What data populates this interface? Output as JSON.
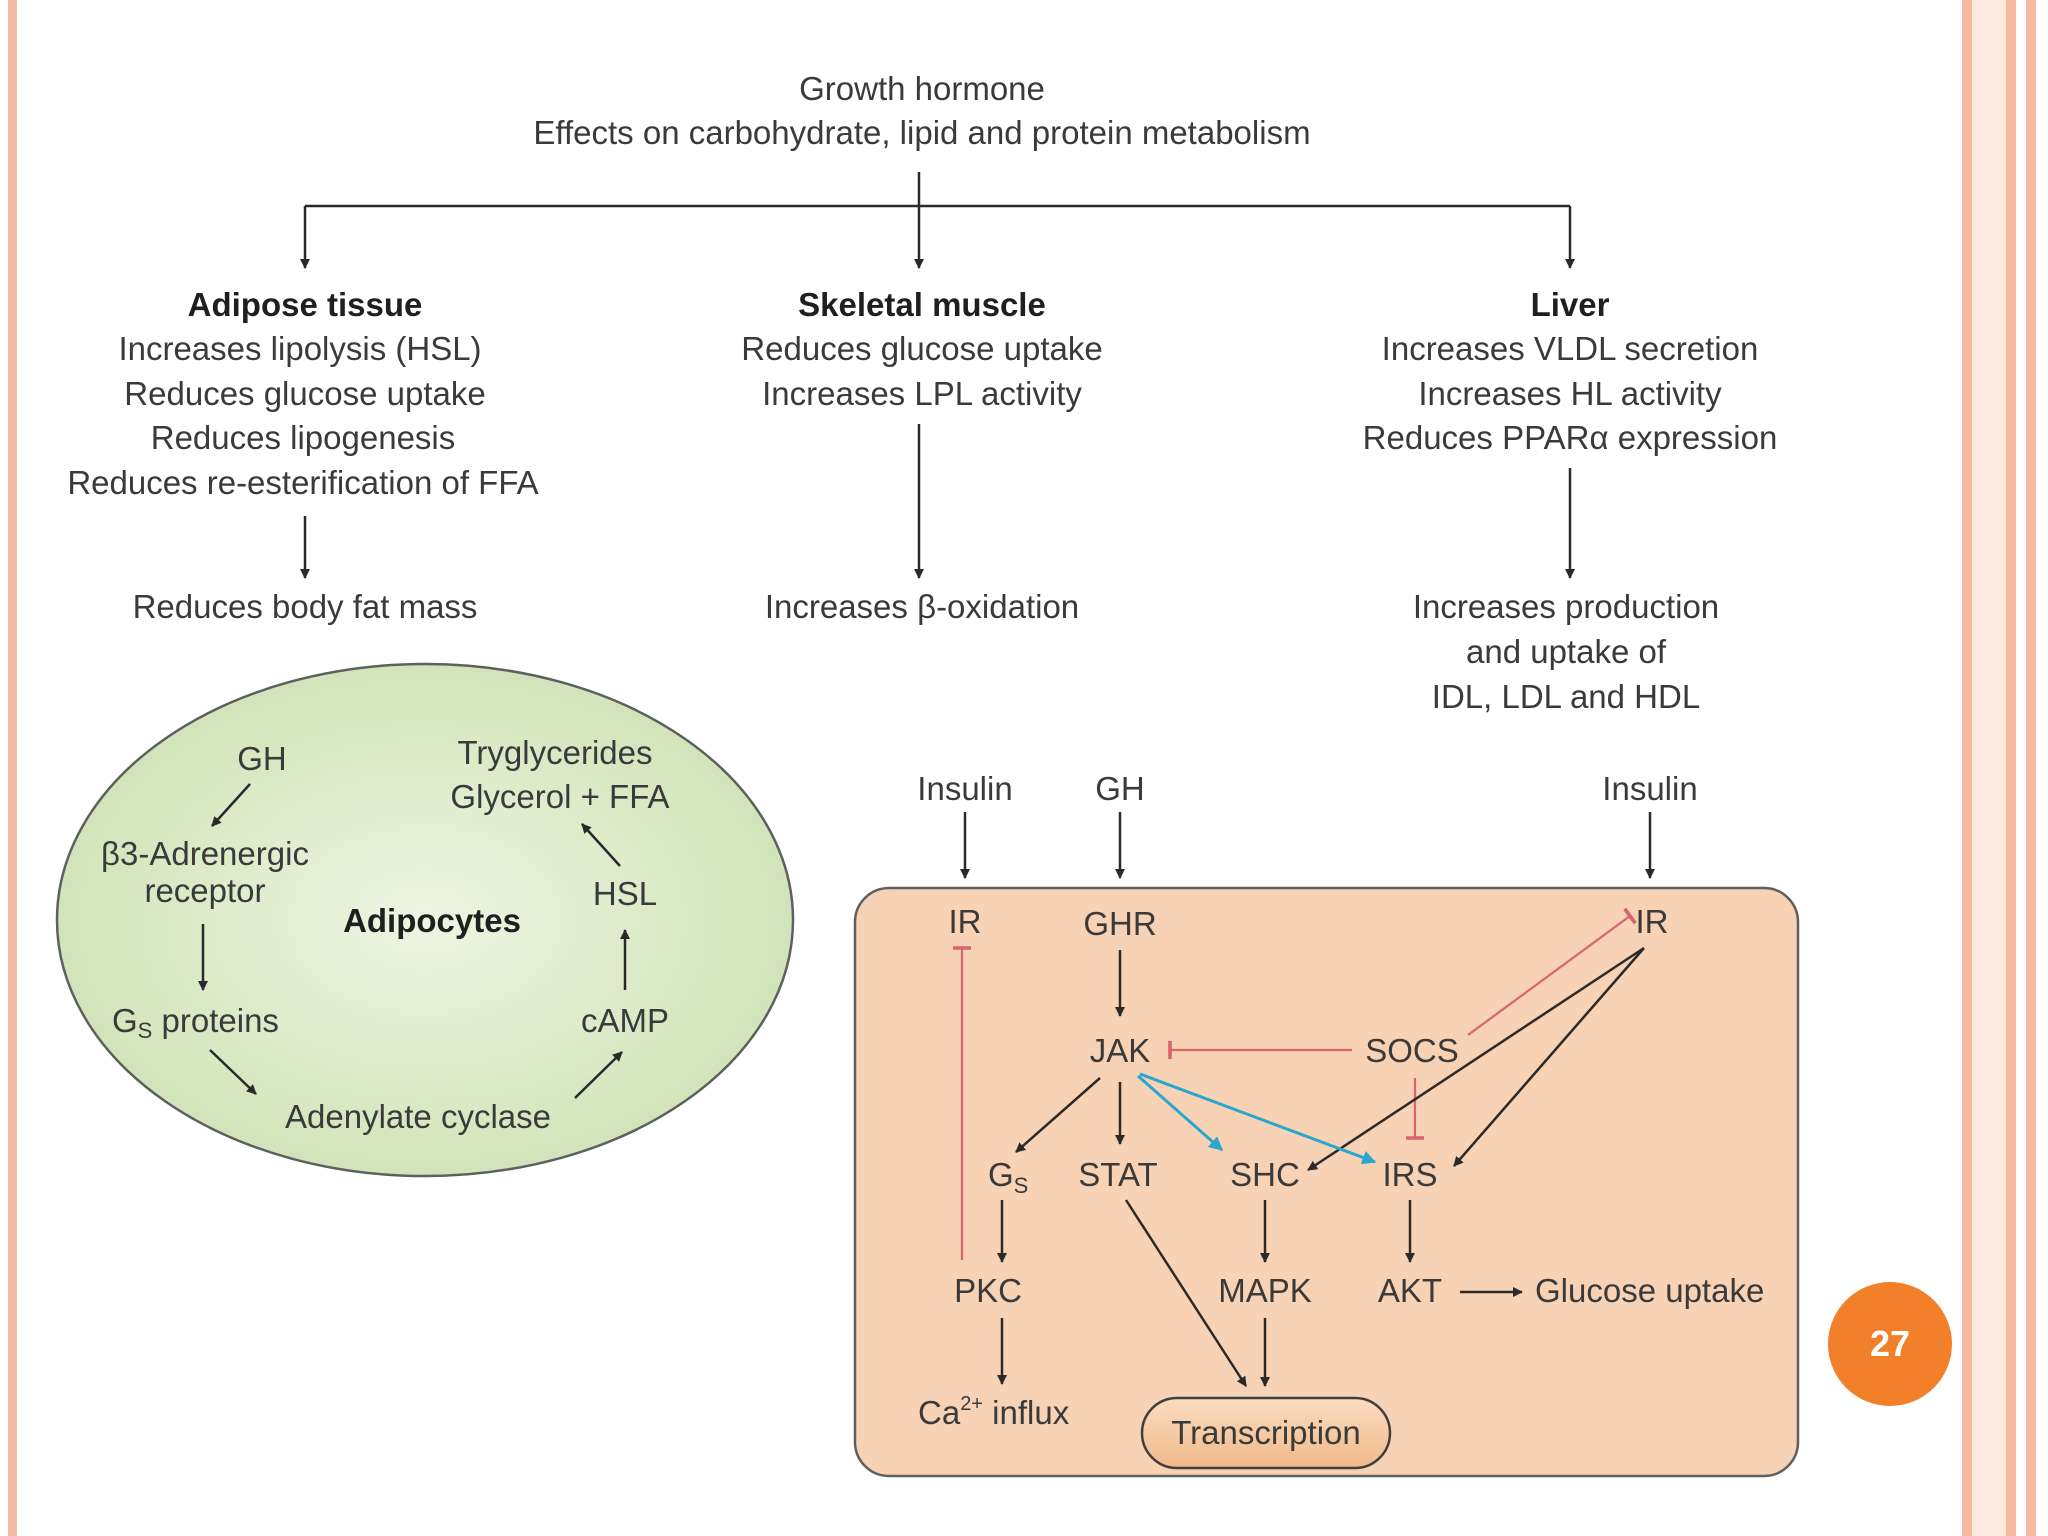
{
  "colors": {
    "frame_border": "#f6b9a1",
    "frame_fill": "#fde9df",
    "cell_fill": "#f8d2b4",
    "ellipse_fill": "#d9eac2",
    "inhibit": "#d9636e",
    "blue_arrow": "#2aa6cf",
    "badge": "#f2802a"
  },
  "header": {
    "line1": "Growth hormone",
    "line2": "Effects on carbohydrate, lipid and protein metabolism"
  },
  "columns": {
    "adipose": {
      "title": "Adipose tissue",
      "effects": [
        "Increases lipolysis (HSL)",
        "Reduces glucose uptake",
        "Reduces lipogenesis",
        "Reduces re-esterification of FFA"
      ],
      "outcome": "Reduces body fat mass"
    },
    "muscle": {
      "title": "Skeletal muscle",
      "effects": [
        "Reduces glucose uptake",
        "Increases LPL activity"
      ],
      "outcome": "Increases β-oxidation"
    },
    "liver": {
      "title": "Liver",
      "effects": [
        "Increases VLDL secretion",
        "Increases HL activity",
        "Reduces PPARα expression"
      ],
      "outcome_lines": [
        "Increases production",
        "and uptake of",
        "IDL, LDL and HDL"
      ]
    }
  },
  "adipocyte": {
    "center_label": "Adipocytes",
    "gh": "GH",
    "receptor_line1": "β3-Adrenergic",
    "receptor_line2": "receptor",
    "gs_main": "G",
    "gs_sub": "S",
    "gs_rest": " proteins",
    "adenylate": "Adenylate cyclase",
    "camp": "cAMP",
    "hsl": "HSL",
    "tg_line1": "Tryglycerides",
    "tg_line2": "Glycerol + FFA"
  },
  "signaling": {
    "insulin_left": "Insulin",
    "gh": "GH",
    "insulin_right": "Insulin",
    "ir_left": "IR",
    "ghr": "GHR",
    "ir_right": "IR",
    "jak": "JAK",
    "socs": "SOCS",
    "gs_main": "G",
    "gs_sub": "S",
    "stat": "STAT",
    "shc": "SHC",
    "irs": "IRS",
    "pkc": "PKC",
    "mapk": "MAPK",
    "akt": "AKT",
    "glucose_uptake": "Glucose uptake",
    "ca_main": "Ca",
    "ca_sup": "2+",
    "ca_rest": " influx",
    "transcription": "Transcription"
  },
  "page_number": "27"
}
